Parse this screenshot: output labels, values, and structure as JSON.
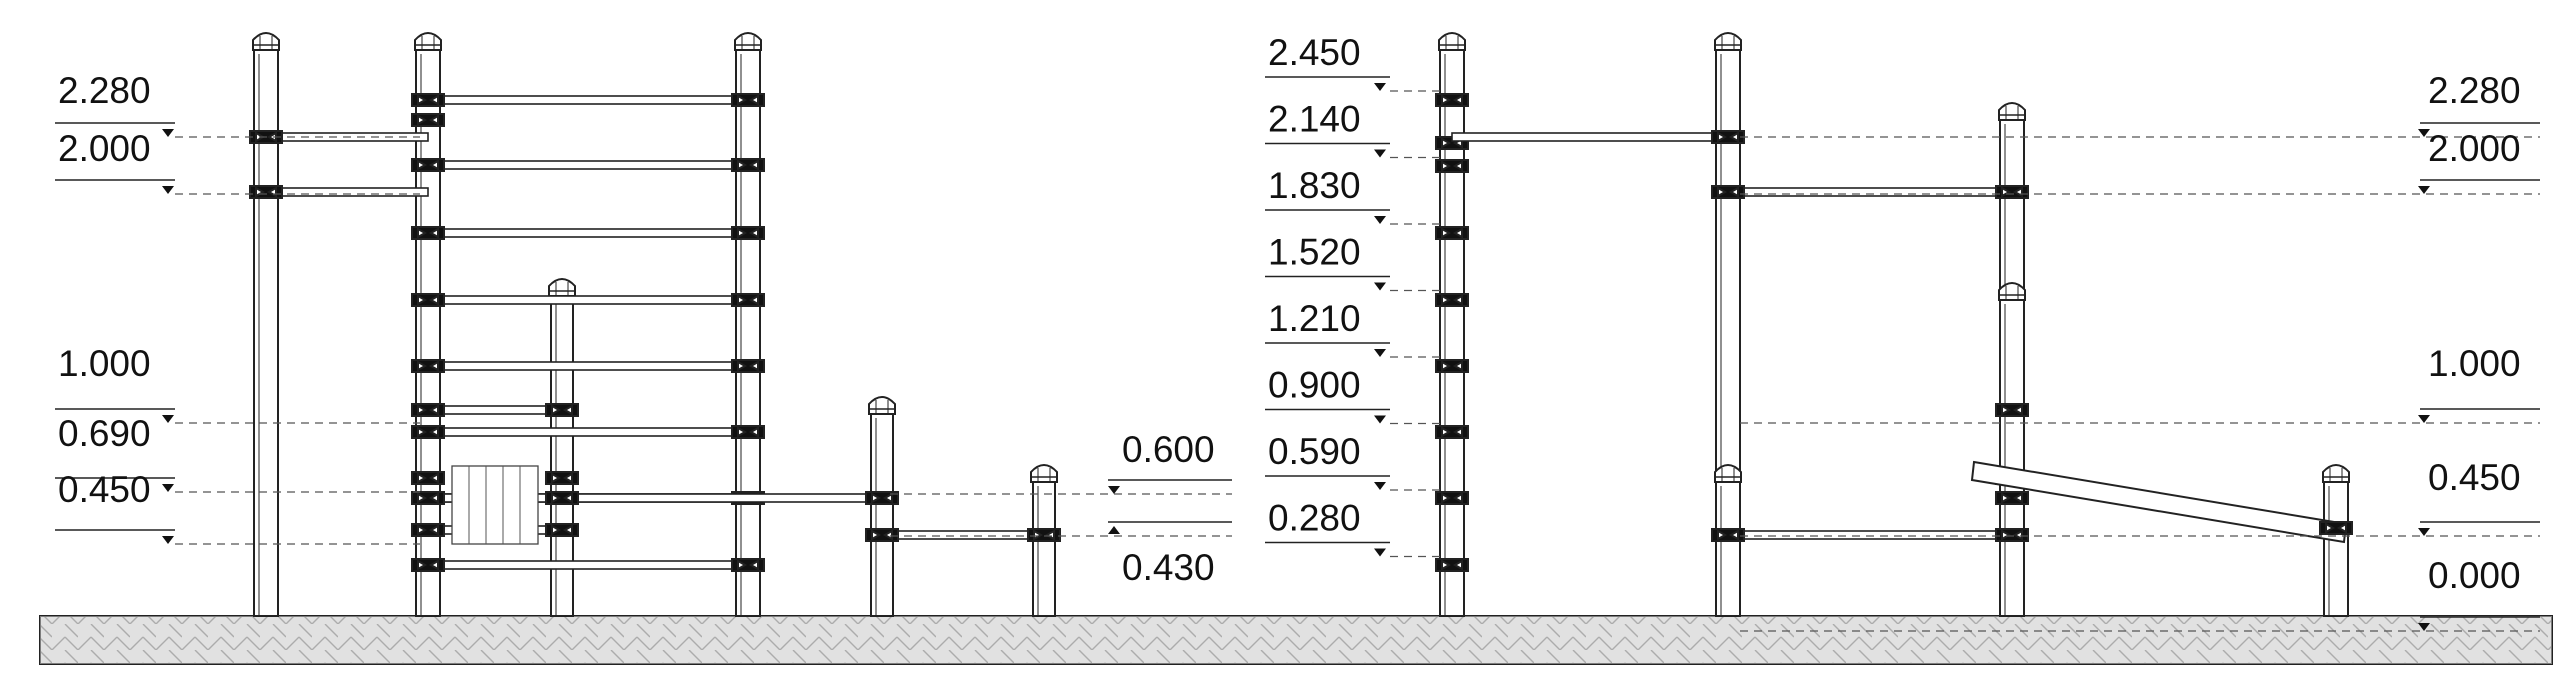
{
  "drawing": {
    "left_elevation": {
      "levels_left": [
        "2.280",
        "2.000",
        "1.000",
        "0.690",
        "0.450"
      ],
      "levels_right": [
        "0.600",
        "0.430"
      ]
    },
    "middle_elevation": {
      "levels": [
        "2.450",
        "2.140",
        "1.830",
        "1.520",
        "1.210",
        "0.900",
        "0.590",
        "0.280"
      ]
    },
    "right_elevation": {
      "levels": [
        "2.280",
        "2.000",
        "1.000",
        "0.450",
        "0.000"
      ]
    },
    "colors": {
      "line": "#222222",
      "ground_fill": "#c9c9c9",
      "clamp": "#111111"
    }
  }
}
